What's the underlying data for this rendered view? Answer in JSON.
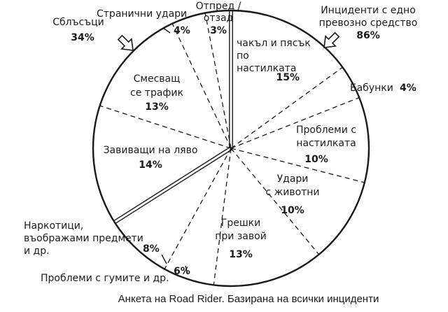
{
  "chart_data": {
    "type": "pie",
    "caption": "Анкета на Road Rider. Базирана на всички инциденти",
    "groups": [
      {
        "name": "Инциденти с едно превозно средство",
        "value": 86
      },
      {
        "name": "Сблъсъци",
        "value": 34
      }
    ],
    "slices": [
      {
        "label": "чакъл и пясък по настилката",
        "value": 15,
        "display": "15%",
        "group": "Инциденти с едно превозно средство"
      },
      {
        "label": "Бабунки",
        "value": 4,
        "display": "4%",
        "group": "Инциденти с едно превозно средство"
      },
      {
        "label": "Проблеми с настилката",
        "value": 10,
        "display": "10%",
        "group": "Инциденти с едно превозно средство"
      },
      {
        "label": "Удари с животни",
        "value": 10,
        "display": "10%",
        "group": "Инциденти с едно превозно средство"
      },
      {
        "label": "Грешки при завой",
        "value": 13,
        "display": "13%",
        "group": "Инциденти с едно превозно средство"
      },
      {
        "label": "Проблеми с гумите и др.",
        "value": 6,
        "display": "6%",
        "group": "Инциденти с едно превозно средство"
      },
      {
        "label": "Наркотици, въображами предмети и др.",
        "value": 8,
        "display": "8%",
        "group": "Инциденти с едно превозно средство"
      },
      {
        "label": "Завиващи на ляво",
        "value": 14,
        "display": "14%",
        "group": "Сблъсъци"
      },
      {
        "label": "Смесващ се трафик",
        "value": 13,
        "display": "13%",
        "group": "Сблъсъци"
      },
      {
        "label": "Странични удари",
        "value": 4,
        "display": "4%",
        "group": "Сблъсъци"
      },
      {
        "label": "Отпред / отзад",
        "value": 3,
        "display": "3%",
        "group": "Сблъсъци"
      }
    ],
    "group_labels": {
      "single": {
        "lines": [
          "Инциденти с едно",
          "превозно средство"
        ],
        "pct": "86%"
      },
      "collision": {
        "lines": [
          "Сблъсъци"
        ],
        "pct": "34%"
      }
    },
    "slice_labels": [
      {
        "lines": [
          "чакъл и пясък",
          "по",
          "настилката"
        ],
        "pct": "15%"
      },
      {
        "lines": [
          "Бабунки"
        ],
        "pct": "4%"
      },
      {
        "lines": [
          "Проблеми с",
          "настилката"
        ],
        "pct": "10%"
      },
      {
        "lines": [
          "Удари",
          "с животни"
        ],
        "pct": "10%"
      },
      {
        "lines": [
          "Грешки",
          "при завой"
        ],
        "pct": "13%"
      },
      {
        "lines": [
          "Проблеми с гумите и др."
        ],
        "pct": "6%"
      },
      {
        "lines": [
          "Наркотици,",
          "въображами предмети",
          "и др."
        ],
        "pct": "8%"
      },
      {
        "lines": [
          "Завиващи на ляво"
        ],
        "pct": "14%"
      },
      {
        "lines": [
          "Смесващ",
          "се трафик"
        ],
        "pct": "13%"
      },
      {
        "lines": [
          "Странични удари"
        ],
        "pct": "4%"
      },
      {
        "lines": [
          "Отпред /",
          "отзад"
        ],
        "pct": "3%"
      }
    ]
  }
}
